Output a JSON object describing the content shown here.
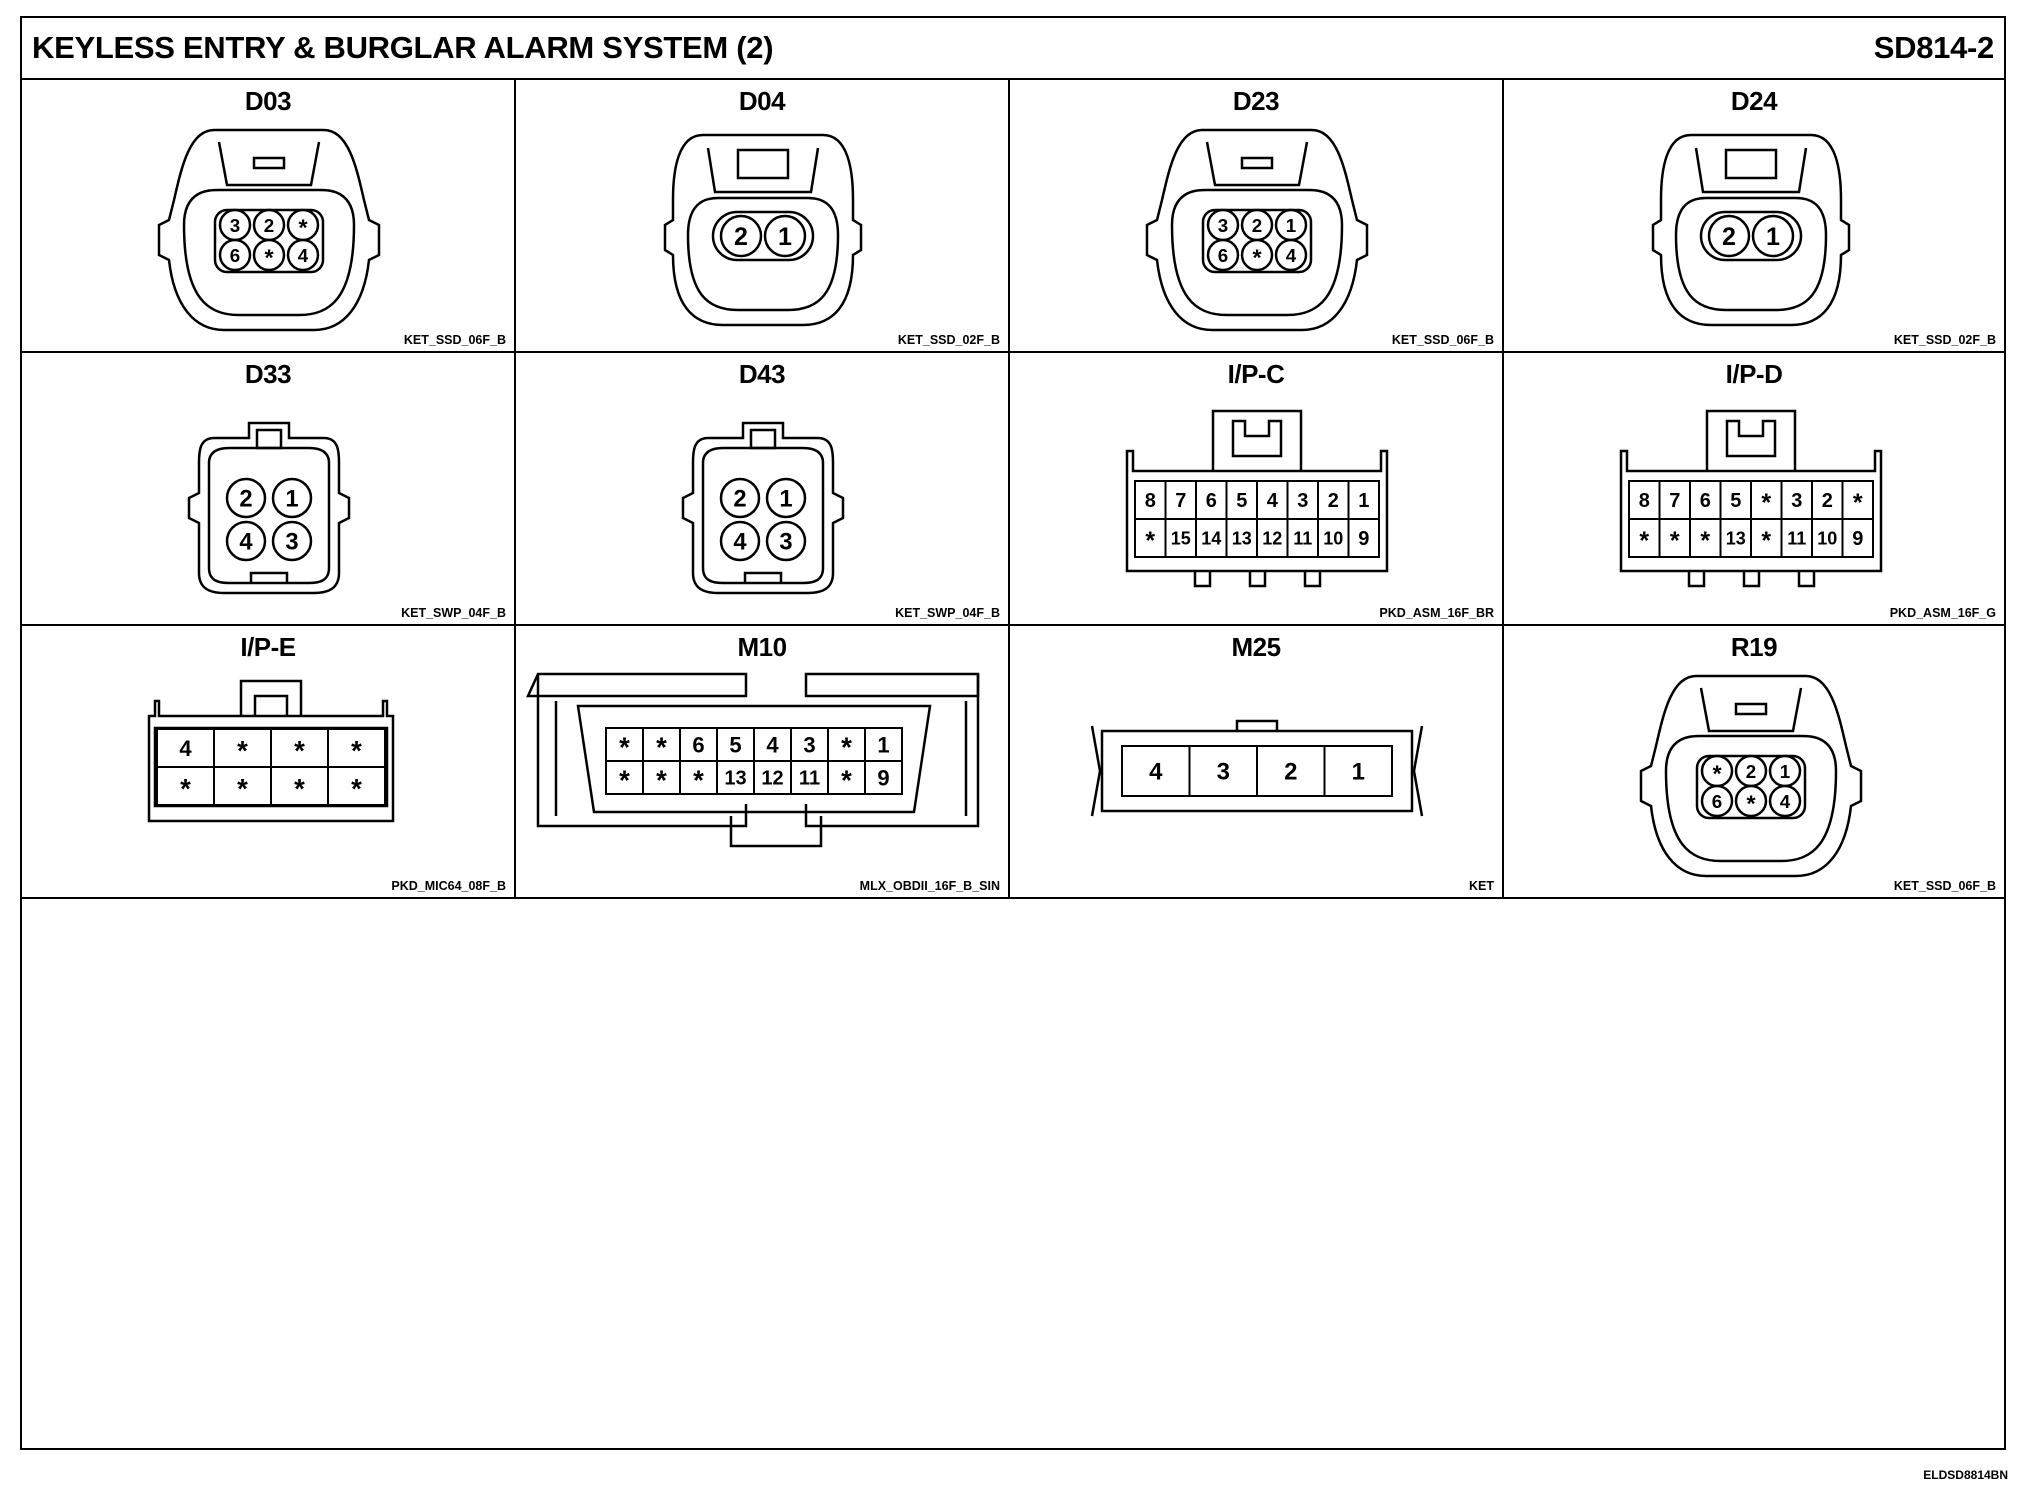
{
  "header": {
    "title": "KEYLESS ENTRY & BURGLAR ALARM SYSTEM (2)",
    "code": "SD814-2"
  },
  "connectors": [
    {
      "name": "D03",
      "code": "KET_SSD_06F_B",
      "shape": "ssd6",
      "pins": [
        "3",
        "2",
        "*",
        "6",
        "*",
        "4"
      ]
    },
    {
      "name": "D04",
      "code": "KET_SSD_02F_B",
      "shape": "ssd2",
      "pins": [
        "2",
        "1"
      ]
    },
    {
      "name": "D23",
      "code": "KET_SSD_06F_B",
      "shape": "ssd6",
      "pins": [
        "3",
        "2",
        "1",
        "6",
        "*",
        "4"
      ]
    },
    {
      "name": "D24",
      "code": "KET_SSD_02F_B",
      "shape": "ssd2",
      "pins": [
        "2",
        "1"
      ]
    },
    {
      "name": "D33",
      "code": "KET_SWP_04F_B",
      "shape": "swp4",
      "pins": [
        "2",
        "1",
        "4",
        "3"
      ]
    },
    {
      "name": "D43",
      "code": "KET_SWP_04F_B",
      "shape": "swp4",
      "pins": [
        "2",
        "1",
        "4",
        "3"
      ]
    },
    {
      "name": "I/P-C",
      "code": "PKD_ASM_16F_BR",
      "shape": "asm16",
      "pins": [
        "8",
        "7",
        "6",
        "5",
        "4",
        "3",
        "2",
        "1",
        "*",
        "15",
        "14",
        "13",
        "12",
        "11",
        "10",
        "9"
      ]
    },
    {
      "name": "I/P-D",
      "code": "PKD_ASM_16F_G",
      "shape": "asm16",
      "pins": [
        "8",
        "7",
        "6",
        "5",
        "*",
        "3",
        "2",
        "*",
        "*",
        "*",
        "*",
        "13",
        "*",
        "11",
        "10",
        "9"
      ]
    },
    {
      "name": "I/P-E",
      "code": "PKD_MIC64_08F_B",
      "shape": "mic8",
      "pins": [
        "4",
        "*",
        "*",
        "*",
        "*",
        "*",
        "*",
        "*"
      ]
    },
    {
      "name": "M10",
      "code": "MLX_OBDII_16F_B_SIN",
      "shape": "obd16",
      "pins": [
        "*",
        "*",
        "6",
        "5",
        "4",
        "3",
        "*",
        "1",
        "*",
        "*",
        "*",
        "13",
        "12",
        "11",
        "*",
        "9"
      ]
    },
    {
      "name": "M25",
      "code": "KET",
      "shape": "ket4",
      "pins": [
        "4",
        "3",
        "2",
        "1"
      ]
    },
    {
      "name": "R19",
      "code": "KET_SSD_06F_B",
      "shape": "ssd6",
      "pins": [
        "*",
        "2",
        "1",
        "6",
        "*",
        "4"
      ]
    }
  ],
  "footer": {
    "code": "ELDSD8814BN"
  }
}
